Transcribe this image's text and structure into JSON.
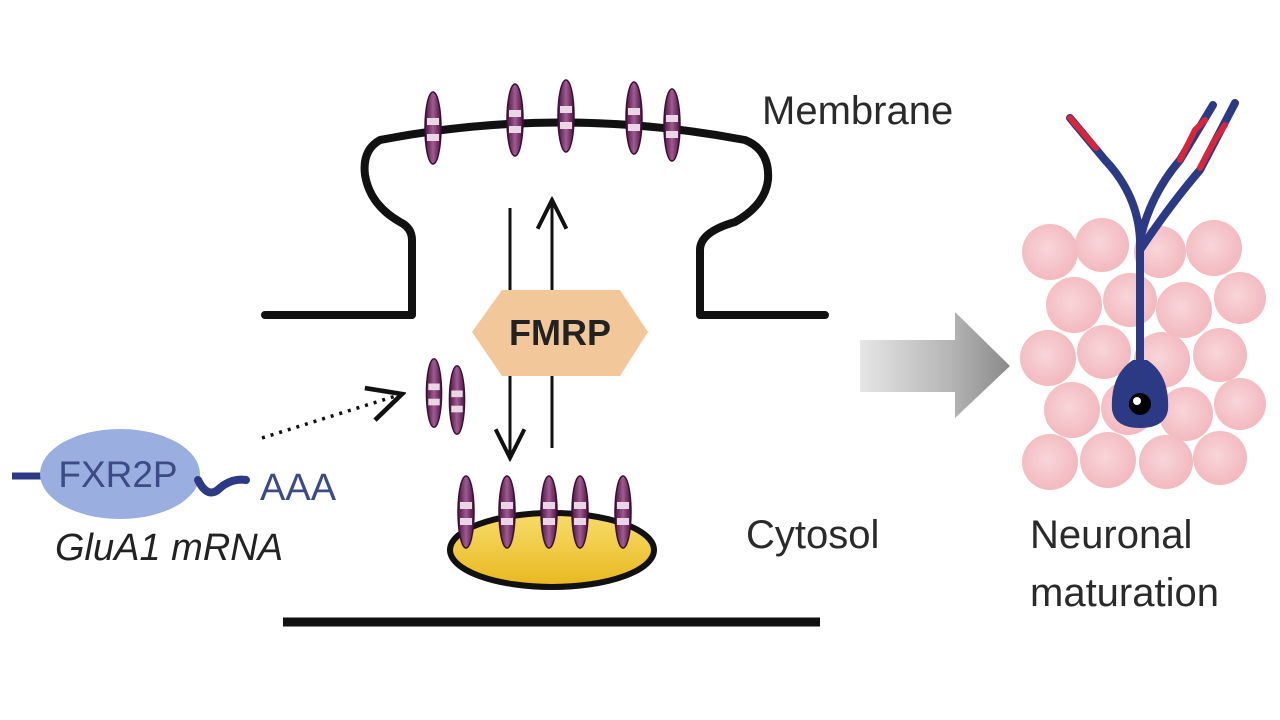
{
  "labels": {
    "membrane": "Membrane",
    "cytosol": "Cytosol",
    "fmrp": "FMRP",
    "fxr2p": "FXR2P",
    "polya": "AAA",
    "mrna": "GluA1 mRNA",
    "maturation_line1": "Neuronal",
    "maturation_line2": "maturation"
  },
  "colors": {
    "outline": "#111111",
    "receptor": "#6b2a5e",
    "receptor_light": "#e9d3e6",
    "fmrp_fill": "#f2c89b",
    "fxr2p_fill": "#9aaee0",
    "fxr2p_text": "#3c4a85",
    "vesicle_fill": "#f0c630",
    "arrow_grey": "#9a9a9a",
    "cell_pink": "#f3b7bd",
    "neuron_blue": "#2c3a86",
    "neuron_red": "#d8253a"
  },
  "icons": {
    "membrane_receptor": "ampa-receptor-icon",
    "vesicle": "endosome-icon",
    "progress_arrow": "right-arrow-icon",
    "neuron": "neuron-icon"
  }
}
